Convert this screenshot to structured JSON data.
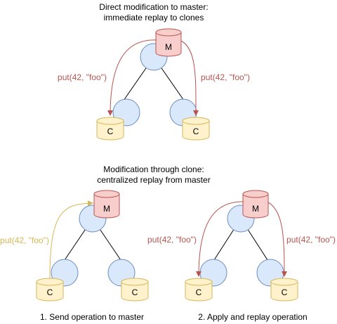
{
  "captions": {
    "top_line1": "Direct modification to master:",
    "top_line2": "immediate replay to clones",
    "mid_line1": "Modification through clone:",
    "mid_line2": "centralized replay from master",
    "bottom_left": "1. Send operation to master",
    "bottom_right": "2. Apply and replay operation"
  },
  "node_labels": {
    "master": "M",
    "clone": "C"
  },
  "edge_labels": {
    "top_left": "put(42, \"foo\")",
    "top_right": "put(42, \"foo\")",
    "bl_left": "put(42, \"foo\")",
    "br_left": "put(42, \"foo\")",
    "br_right": "put(42, \"foo\")"
  },
  "colors": {
    "master_fill": "#f8cecc",
    "master_stroke": "#b85450",
    "clone_fill": "#fff2cc",
    "clone_stroke": "#d6b656",
    "circle_fill": "#dae8fc",
    "circle_stroke": "#6c8ebf",
    "replay_arrow": "#b85450",
    "send_arrow": "#d6b656"
  }
}
